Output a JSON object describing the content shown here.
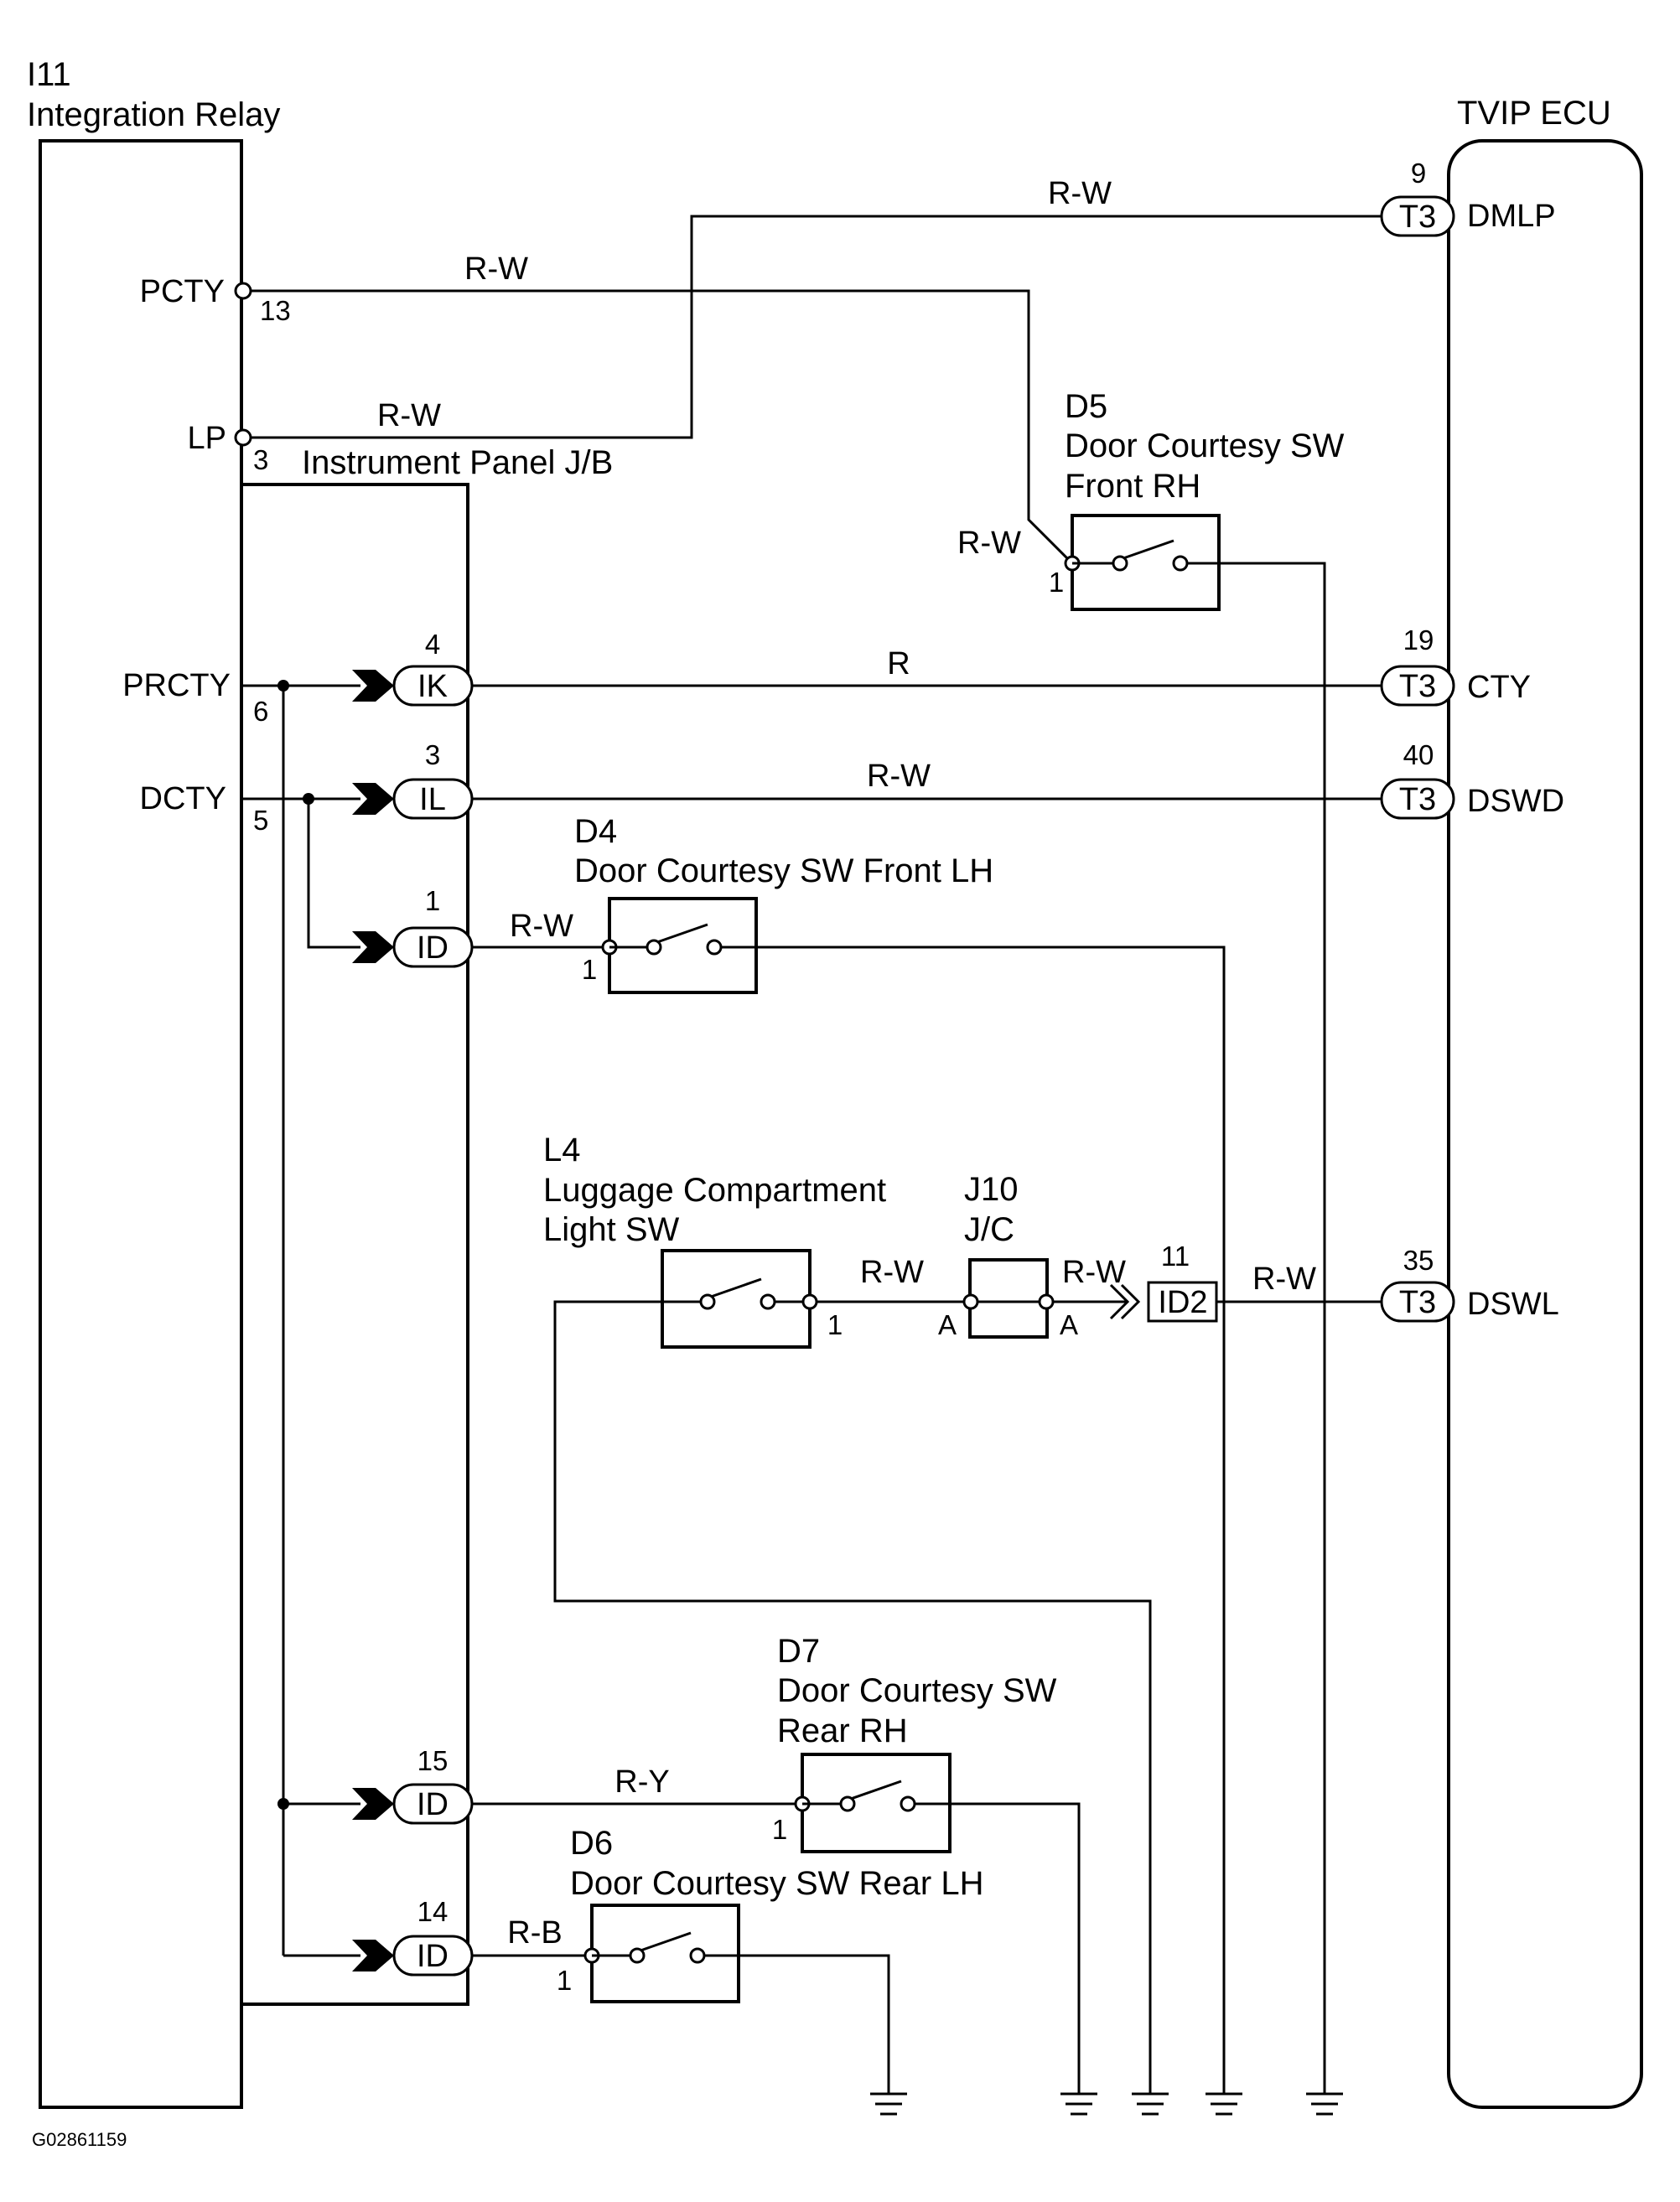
{
  "relay": {
    "code": "I11",
    "name": "Integration Relay",
    "pins": {
      "pcty": "PCTY",
      "lp": "LP",
      "prcty": "PRCTY",
      "dcty": "DCTY"
    },
    "nums": {
      "pcty": "13",
      "lp": "3",
      "prcty": "6",
      "dcty": "5"
    }
  },
  "jb": {
    "name": "Instrument Panel J/B"
  },
  "ecu": {
    "name": "TVIP ECU",
    "pins": {
      "dmlp": "DMLP",
      "cty": "CTY",
      "dswd": "DSWD",
      "dswl": "DSWL"
    },
    "connector": "T3",
    "nums": {
      "dmlp": "9",
      "cty": "19",
      "dswd": "40",
      "dswl": "35"
    }
  },
  "connectors": {
    "ik": "IK",
    "il": "IL",
    "id": "ID",
    "id2": "ID2",
    "num_ik": "4",
    "num_il": "3",
    "num_id_d4": "1",
    "num_id_d7": "15",
    "num_id_d6": "14",
    "num_id2": "11"
  },
  "wires": {
    "rw": "R-W",
    "r": "R",
    "ry": "R-Y",
    "rb": "R-B"
  },
  "switches": {
    "d5": {
      "code": "D5",
      "line1": "Door Courtesy SW",
      "line2": "Front RH",
      "pin": "1"
    },
    "d4": {
      "code": "D4",
      "line1": "Door Courtesy SW Front LH",
      "pin": "1"
    },
    "l4": {
      "code": "L4",
      "line1": "Luggage Compartment",
      "line2": "Light SW",
      "pin": "1"
    },
    "d7": {
      "code": "D7",
      "line1": "Door Courtesy SW",
      "line2": "Rear RH",
      "pin": "1"
    },
    "d6": {
      "code": "D6",
      "line1": "Door Courtesy SW Rear LH",
      "pin": "1"
    }
  },
  "jc": {
    "code": "J10",
    "name": "J/C",
    "pin_a": "A"
  },
  "figure_id": "G02861159",
  "colors": {
    "line": "#000000",
    "background": "#ffffff"
  }
}
